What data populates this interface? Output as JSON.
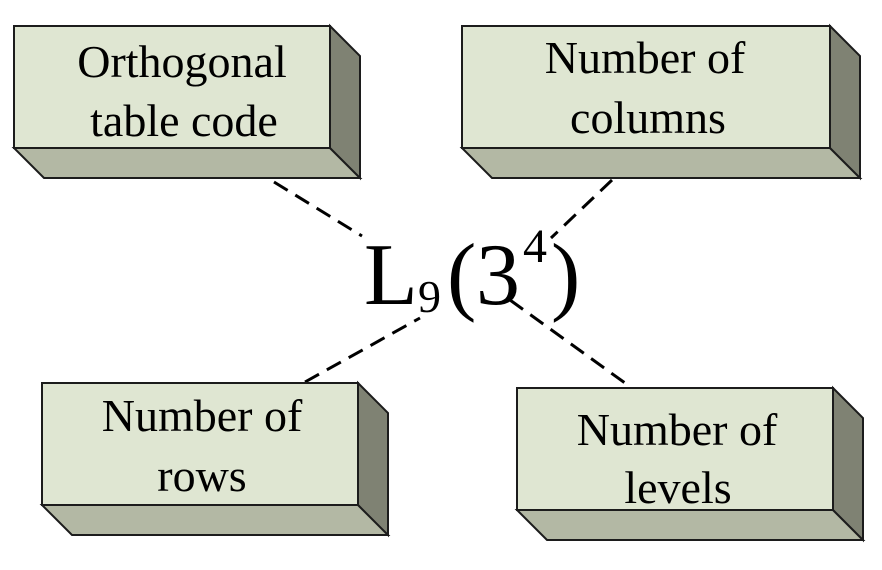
{
  "boxes": {
    "table_code": {
      "line1": "Orthogonal",
      "line2": "table code"
    },
    "columns": {
      "line1": "Number of",
      "line2": "columns"
    },
    "rows": {
      "line1": "Number of",
      "line2": "rows"
    },
    "levels": {
      "line1": "Number of",
      "line2": "levels"
    }
  },
  "formula": {
    "letter": "L",
    "subscript": "9",
    "open_paren": "(",
    "base": "3",
    "exponent": "4",
    "close_paren": ")"
  },
  "colors": {
    "box_front": "#dfe6d2",
    "box_top": "#b3b8a4",
    "box_side": "#7f8273"
  }
}
